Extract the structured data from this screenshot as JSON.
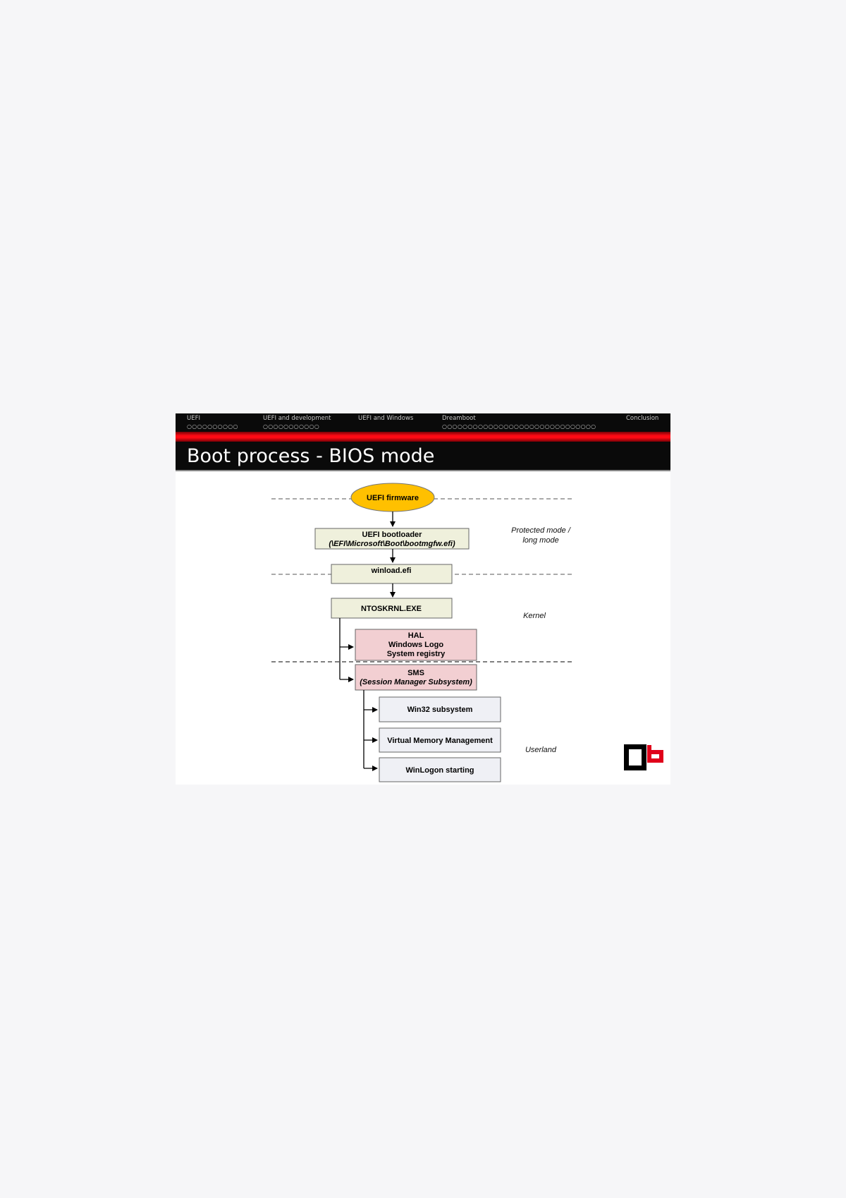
{
  "header": {
    "sections": [
      {
        "label": "UEFI",
        "dots": "○○○○○○○○○○"
      },
      {
        "label": "UEFI and development",
        "dots": "○○○○○○○○○○○"
      },
      {
        "label": "UEFI and Windows",
        "dots": ""
      },
      {
        "label": "Dreamboot",
        "dots": "○○○○○○○○○○○○○○○○○○○○○○○○○○○○○○"
      },
      {
        "label": "Conclusion",
        "dots": ""
      }
    ]
  },
  "slide": {
    "title": "Boot process - BIOS mode"
  },
  "diagram": {
    "nodes": {
      "uefi_firmware": "UEFI firmware",
      "uefi_bootloader": "UEFI bootloader",
      "uefi_bootloader_path": "(\\EFI\\Microsoft\\Boot\\bootmgfw.efi)",
      "winload": "winload.efi",
      "ntoskrnl": "NTOSKRNL.EXE",
      "hal_line1": "HAL",
      "hal_line2": "Windows Logo",
      "hal_line3": "System registry",
      "sms": "SMS",
      "sms_full": "(Session Manager Subsystem)",
      "win32": "Win32 subsystem",
      "vmm": "Virtual Memory Management",
      "winlogon": "WinLogon starting"
    },
    "zones": {
      "protected_line1": "Protected mode /",
      "protected_line2": "long mode",
      "kernel": "Kernel",
      "userland": "Userland"
    },
    "colors": {
      "firmware_fill": "#ffc000",
      "loader_fill": "#eff0dc",
      "kernel_fill": "#f2cfd2",
      "userland_fill": "#eff0f5"
    }
  },
  "logo": {
    "name": "qb-logo",
    "colors": {
      "dark": "#000000",
      "accent": "#e0001a"
    }
  }
}
